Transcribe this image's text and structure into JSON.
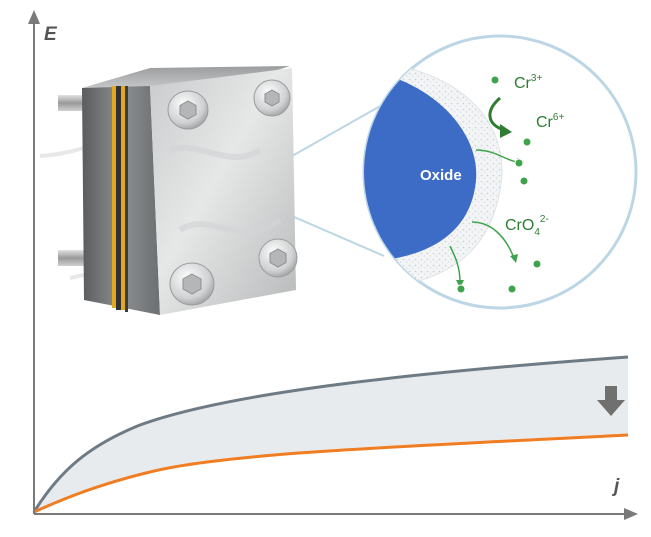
{
  "axes": {
    "y_label": "E",
    "x_label": "j"
  },
  "zoom_panel": {
    "oxide_label": "Oxide",
    "species": {
      "cr3": {
        "base": "Cr",
        "charge": "3+"
      },
      "cr6": {
        "base": "Cr",
        "charge": "6+"
      },
      "chromate": {
        "base": "CrO",
        "sub": "4",
        "charge": "2-"
      }
    }
  },
  "colors": {
    "axis": "#7a7a7a",
    "upper_curve": "#6e7b85",
    "lower_curve": "#f07d22",
    "band_fill": "#e8ebee",
    "arrow": "#707070",
    "oxide": "#3d6cc7",
    "circle_border": "#bcd6e6",
    "species_green": "#2e7d32",
    "dot_green": "#3fa34d",
    "gasket_yellow": "#e2a81e"
  },
  "icons": {
    "shift_arrow": "down-arrow-icon",
    "bolt_head": "hex-socket-bolt-icon",
    "cable": "cable-icon"
  }
}
